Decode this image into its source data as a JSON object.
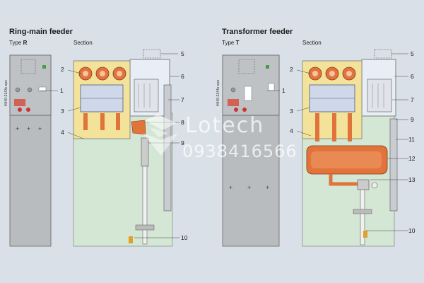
{
  "left": {
    "title": "Ring-main feeder",
    "type_prefix": "Type ",
    "type_letter": "R",
    "section": "Section",
    "code": "H440-2143c eps",
    "callouts": [
      "1",
      "2",
      "3",
      "4",
      "5",
      "6",
      "7",
      "8",
      "9",
      "10"
    ]
  },
  "right": {
    "title": "Transformer feeder",
    "type_prefix": "Type ",
    "type_letter": "T",
    "section": "Section",
    "code": "H440-2144e eps",
    "callouts": [
      "1",
      "2",
      "3",
      "4",
      "5",
      "6",
      "7",
      "9",
      "11",
      "12",
      "13",
      "10"
    ]
  },
  "watermark": {
    "brand": "Lotech",
    "phone": "0938416566"
  },
  "colors": {
    "background": "#d9e0e8",
    "panel_grey": "#b9bcbf",
    "yellow": "#f3e39a",
    "green": "#d4e6d4",
    "orange": "#e0743a",
    "blue_white": "#e8eef5"
  }
}
